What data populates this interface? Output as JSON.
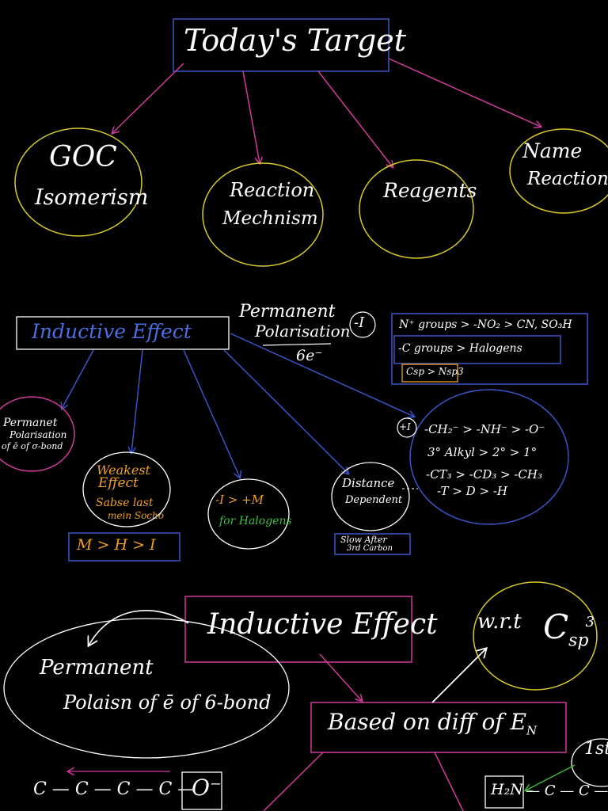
{
  "colors": {
    "background": "#000000",
    "white": "#ffffff",
    "blue": "#3a55c8",
    "blue_text": "#4a6ee0",
    "magenta": "#d03a9a",
    "yellow": "#d6c92a",
    "orange": "#f0a020",
    "green": "#3fbf3f"
  },
  "top": {
    "title": "Today's Target",
    "topic1_line1": "GOC",
    "topic1_line2": "Isomerism",
    "topic2_line1": "Reaction",
    "topic2_line2": "Mechnism",
    "topic3": "Reagents",
    "topic4_line1": "Name",
    "topic4_line2": "Reactions"
  },
  "inductive": {
    "title": "Inductive Effect",
    "note_line1": "Permanent",
    "note_line2": "Polarisation",
    "note_line3": "6e⁻",
    "minus_i": "-I",
    "minus_i_line1": "N⁺ groups > -NO₂ > CN, SO₃H",
    "minus_i_line2": "-C groups > Halogens",
    "minus_i_line3": "Csp > Nsp3",
    "plus_i": "+I",
    "plus_i_line1": "-CH₂⁻ > -NH⁻ > -O⁻",
    "plus_i_line2": "3° Alkyl > 2° > 1°",
    "plus_i_line3": "-CT₃ > -CD₃ > -CH₃",
    "plus_i_line4": "-T > D > -H",
    "bubble1_line1": "Permanet",
    "bubble1_line2": "Polarisation",
    "bubble1_line3": "of ē of σ-bond",
    "bubble2_line1": "Weakest",
    "bubble2_line2": "Effect",
    "bubble2_line3": "Sabse last",
    "bubble2_line4": "mein Socho",
    "order_box": "M > H > I",
    "bubble3_line1": "-I > +M",
    "bubble3_line2": "for Halogens",
    "bubble4_line1": "Distance",
    "bubble4_line2": "Dependent",
    "slow_line1": "Slow After",
    "slow_line2": "3rd Carbon"
  },
  "bottom": {
    "title": "Inductive Effect",
    "ellipse_line1": "Permanent",
    "ellipse_line2": "Polaisn of ē of 6-bond",
    "wrt": "w.r.t",
    "csp3": "C",
    "csp3_sub": "sp",
    "csp3_sup": "3",
    "based_on": "Based on diff of E",
    "based_on_sub": "N",
    "chain": "C — C — C — C —",
    "o_minus": "O⁻",
    "first": "1st",
    "h2n": "H₂N",
    "h2n_chain": "— C — C —"
  }
}
